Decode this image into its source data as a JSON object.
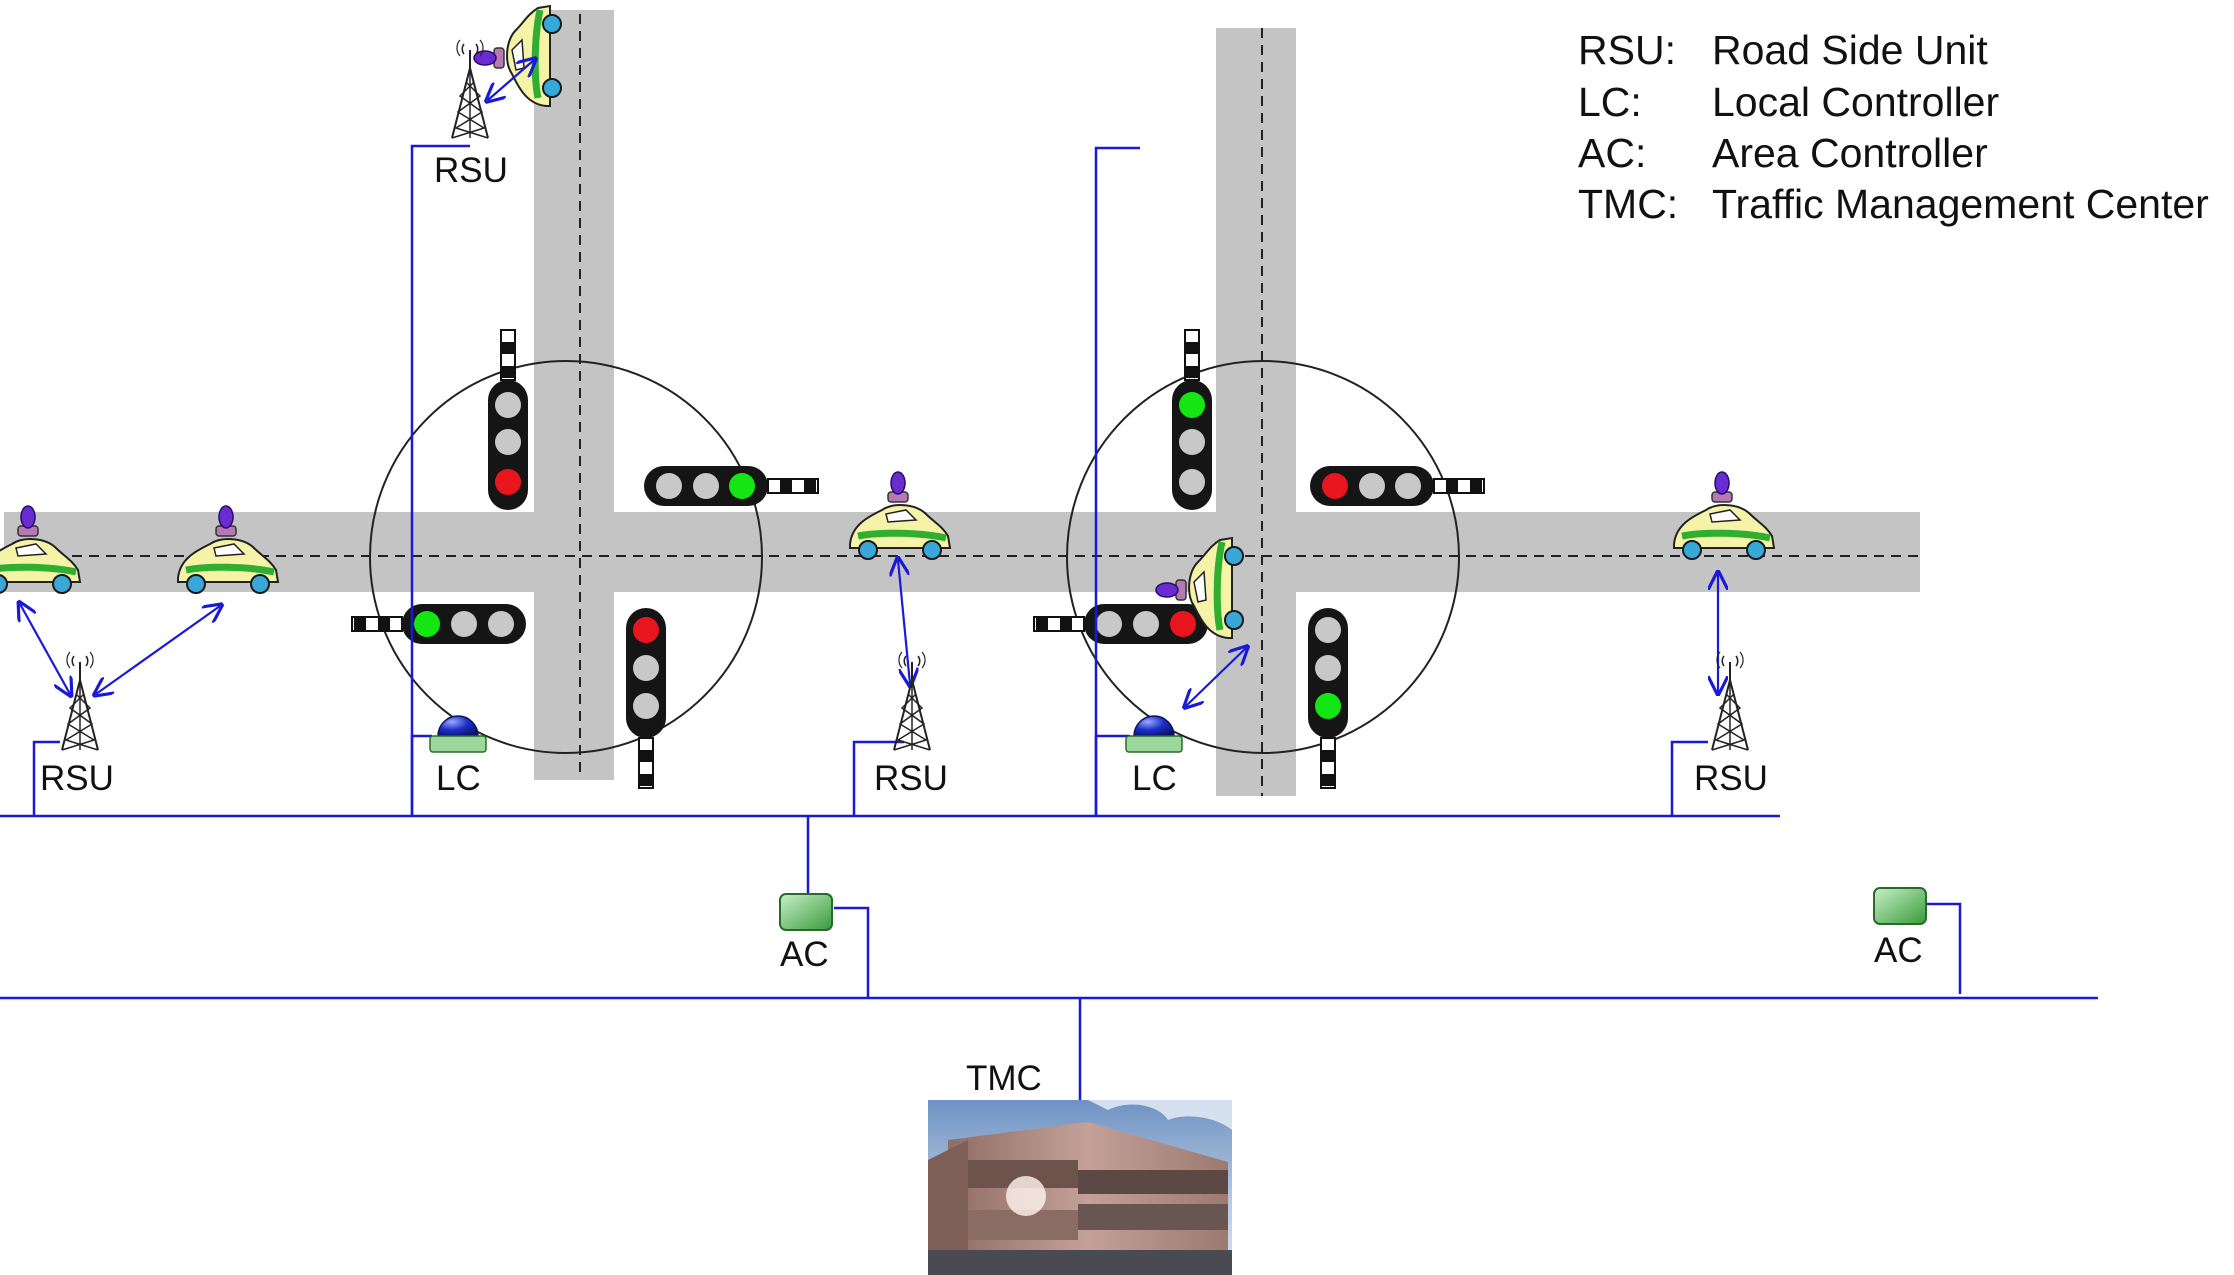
{
  "legend": [
    {
      "abbr": "RSU:",
      "full": "Road Side Unit"
    },
    {
      "abbr": "LC:",
      "full": "Local Controller"
    },
    {
      "abbr": "AC:",
      "full": "Area Controller"
    },
    {
      "abbr": "TMC:",
      "full": "Traffic Management Center"
    }
  ],
  "labels": {
    "rsu": "RSU",
    "lc": "LC",
    "ac": "AC",
    "tmc": "TMC"
  },
  "colors": {
    "road": "#c4c4c4",
    "network_line": "#1a1ad6",
    "signal_red": "#e8141e",
    "signal_green": "#14e614",
    "signal_off": "#c8c8c8",
    "car_body": "#f4f3a8",
    "car_stripe": "#2fae2f",
    "wheel": "#38a8d8",
    "siren": "#6a2bd0",
    "controller_box": "#5cbc5c",
    "lc_beacon": "#1a2fc8"
  },
  "icons": [
    "antenna-tower-icon",
    "car-icon",
    "traffic-light-icon",
    "beacon-icon",
    "controller-box-icon",
    "building-photo-icon"
  ]
}
